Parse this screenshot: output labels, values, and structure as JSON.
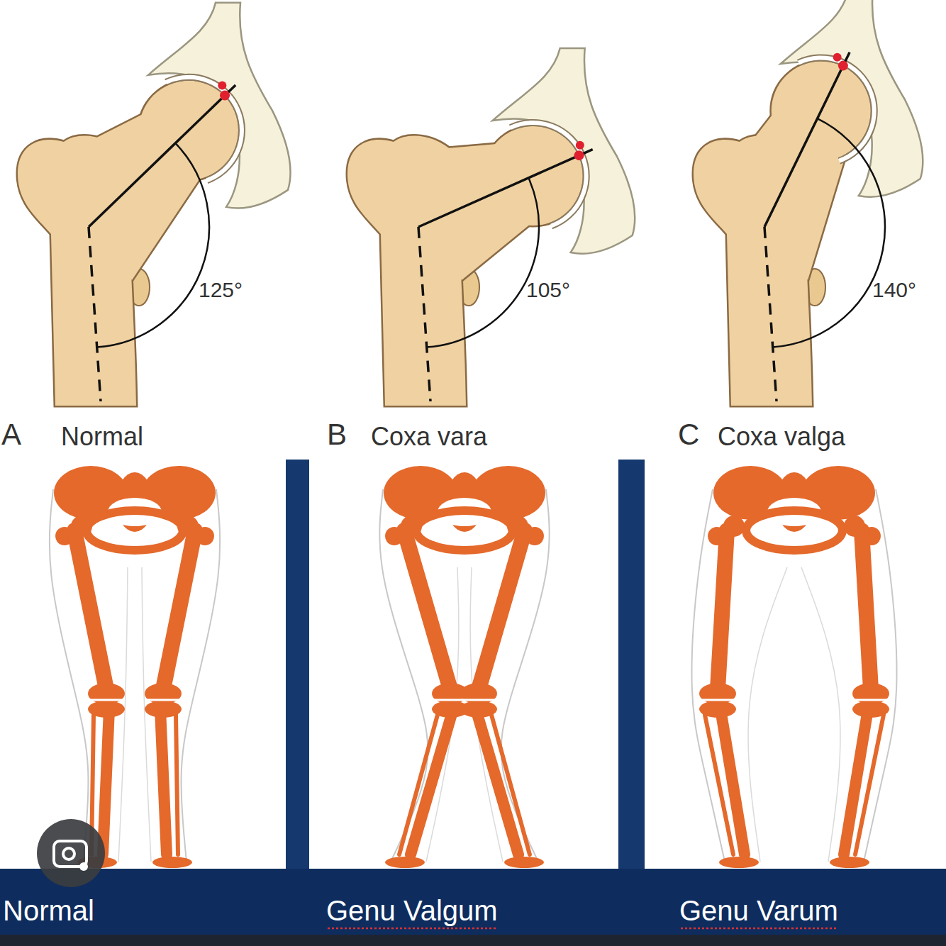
{
  "diagram": {
    "labels": [
      "125°",
      "105°",
      "140°",
      "A",
      "Normal",
      "B",
      "Coxa vara",
      "C",
      "Coxa valga",
      "Normal",
      "Genu Valgum",
      "Genu Varum"
    ]
  }
}
